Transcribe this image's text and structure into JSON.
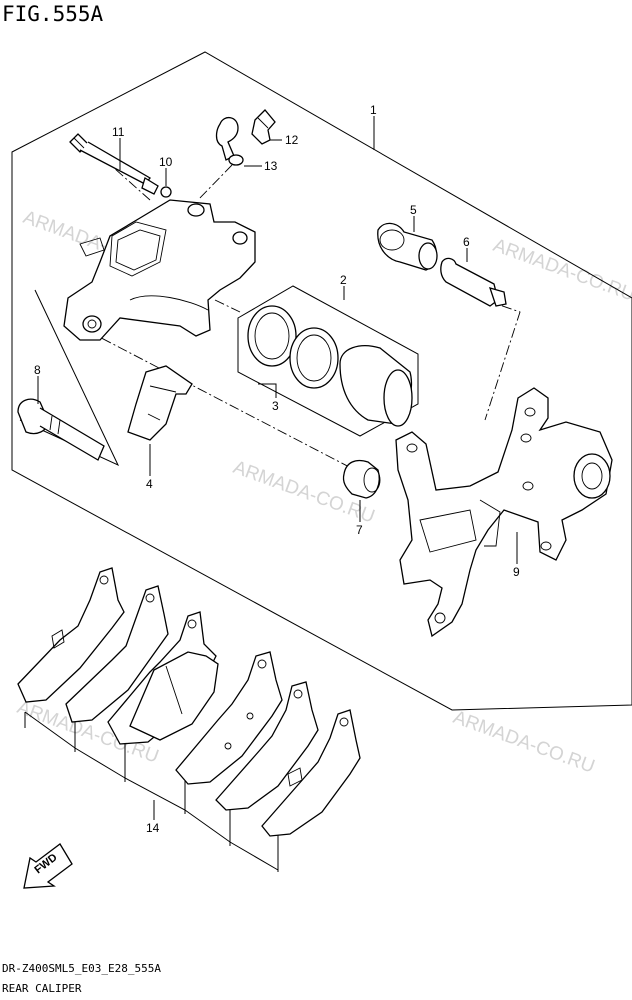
{
  "title": "FIG.555A",
  "footer": {
    "code": "DR-Z400SML5_E03_E28_555A",
    "name": "REAR CALIPER"
  },
  "watermark": "ARMADA-CO.RU",
  "direction_badge": "FWD",
  "callouts": [
    "1",
    "2",
    "3",
    "4",
    "5",
    "6",
    "7",
    "8",
    "9",
    "10",
    "11",
    "12",
    "13",
    "14"
  ]
}
